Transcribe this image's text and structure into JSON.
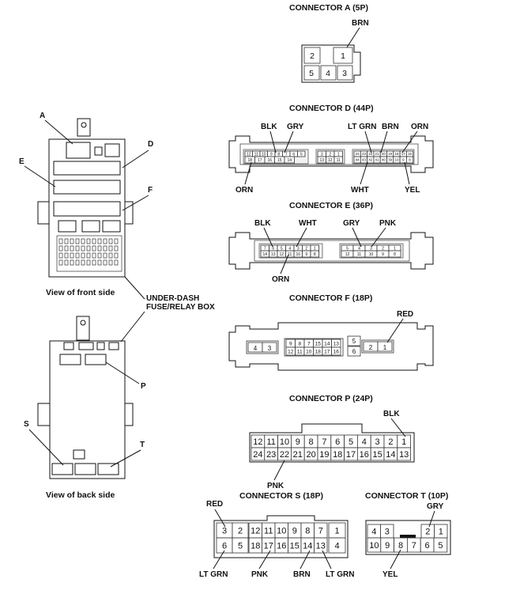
{
  "captions": {
    "front": "View of front side",
    "back": "View of back side",
    "box_line1": "UNDER-DASH",
    "box_line2": "FUSE/RELAY BOX"
  },
  "callouts": {
    "a": "A",
    "d": "D",
    "e": "E",
    "f": "F",
    "p": "P",
    "s": "S",
    "t": "T"
  },
  "connector_a": {
    "title": "CONNECTOR A (5P)",
    "wires": [
      "BRN"
    ],
    "pins": [
      "2",
      "1",
      "5",
      "4",
      "3"
    ]
  },
  "connector_d": {
    "title": "CONNECTOR D (44P)",
    "top_wires": [
      "BLK",
      "GRY",
      "LT GRN",
      "BRN",
      "ORN"
    ],
    "bottom_wires": [
      "ORN",
      "WHT",
      "YEL"
    ]
  },
  "connector_e": {
    "title": "CONNECTOR E (36P)",
    "top_wires": [
      "BLK",
      "WHT",
      "GRY",
      "PNK"
    ],
    "bottom_wires": [
      "ORN"
    ]
  },
  "connector_f": {
    "title": "CONNECTOR F (18P)",
    "wires": [
      "RED"
    ],
    "left_pins": [
      "4",
      "3"
    ],
    "mid_top": [
      "9",
      "8",
      "7",
      "15",
      "14",
      "13"
    ],
    "mid_bottom": [
      "12",
      "11",
      "10",
      "18",
      "17",
      "16"
    ],
    "side_pins": [
      "5",
      "6"
    ],
    "right_pins": [
      "2",
      "1"
    ]
  },
  "connector_p": {
    "title": "CONNECTOR P (24P)",
    "wires": [
      "BLK",
      "PNK"
    ],
    "top_pins": [
      "12",
      "11",
      "10",
      "9",
      "8",
      "7",
      "6",
      "5",
      "4",
      "3",
      "2",
      "1"
    ],
    "bottom_pins": [
      "24",
      "23",
      "22",
      "21",
      "20",
      "19",
      "18",
      "17",
      "16",
      "15",
      "14",
      "13"
    ]
  },
  "connector_s": {
    "title": "CONNECTOR S (18P)",
    "wires": [
      "RED",
      "LT GRN",
      "PNK",
      "BRN",
      "LT GRN"
    ],
    "left_pins": [
      "3",
      "2",
      "6",
      "5"
    ],
    "top_pins": [
      "12",
      "11",
      "10",
      "9",
      "8",
      "7"
    ],
    "bottom_pins": [
      "18",
      "17",
      "16",
      "15",
      "14",
      "13"
    ],
    "right_pins": [
      "1",
      "4"
    ]
  },
  "connector_t": {
    "title": "CONNECTOR T (10P)",
    "wires": [
      "GRY",
      "YEL"
    ],
    "left_top": [
      "4",
      "3"
    ],
    "right_top": [
      "2",
      "1"
    ],
    "bottom_pins": [
      "10",
      "9",
      "8",
      "7",
      "6",
      "5"
    ]
  },
  "connector_d_pin_numbers": {
    "g1_top": [
      "12",
      "11",
      "10",
      "9",
      "8",
      "7",
      "6",
      "5"
    ],
    "g1_bottom": [
      "18",
      "17",
      "16",
      "15",
      "14"
    ],
    "g2_top": [
      "3",
      "2",
      "1"
    ],
    "g2_bottom": [
      "13",
      "12",
      "11"
    ],
    "g3_top": [
      "24",
      "23",
      "22",
      "21",
      "20",
      "19",
      "18",
      "17",
      "16"
    ],
    "g3_bottom": [
      "44",
      "43",
      "42",
      "41",
      "40",
      "39",
      "10",
      "9",
      "8"
    ]
  },
  "connector_e_pin_numbers": {
    "g1_top": [
      "7",
      "6",
      "5",
      "4",
      "3",
      "2",
      "1"
    ],
    "g1_bottom": [
      "14",
      "13",
      "12",
      "11",
      "10",
      "9",
      "8"
    ],
    "g2_top": [
      "5",
      "4",
      "3",
      "2",
      "1"
    ],
    "g2_bottom": [
      "12",
      "11",
      "10",
      "9",
      "8"
    ]
  }
}
